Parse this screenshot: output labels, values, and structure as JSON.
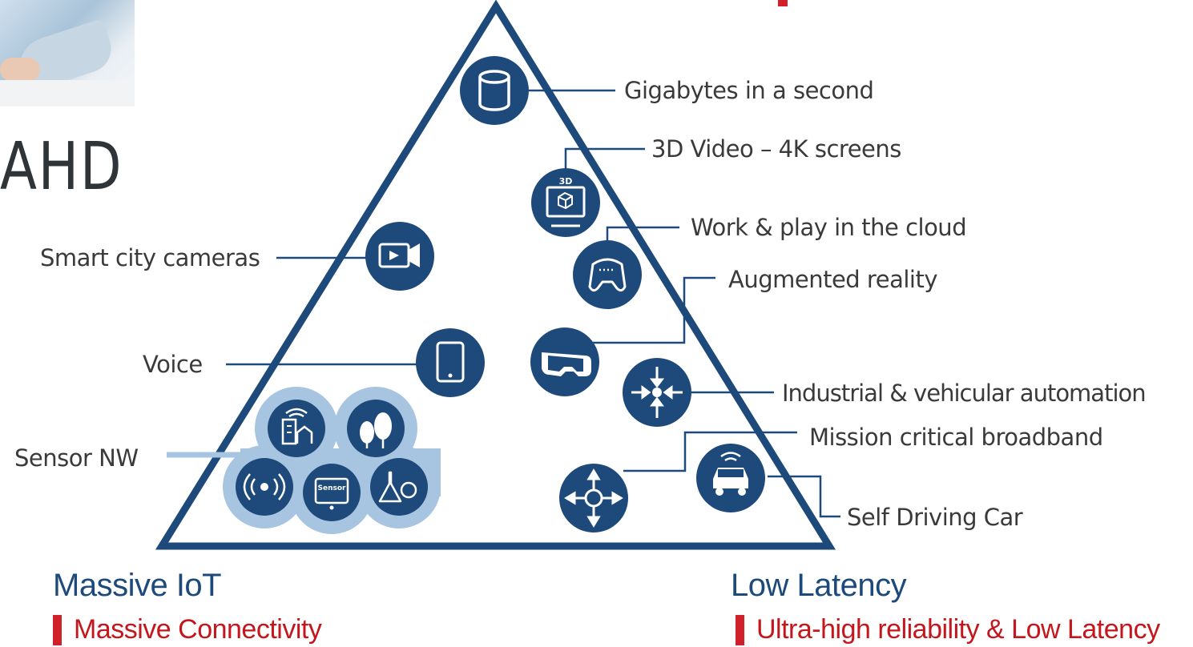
{
  "heading_fragment": "AHD",
  "labels": {
    "gigabytes": "Gigabytes in a second",
    "video3d": "3D Video – 4K screens",
    "cloud": "Work & play in the cloud",
    "ar": "Augmented reality",
    "industrial": "Industrial & vehicular automation",
    "mission": "Mission critical broadband",
    "selfdriving": "Self Driving Car",
    "cameras": "Smart city cameras",
    "voice": "Voice",
    "sensor": "Sensor NW",
    "icon_3d": "3D",
    "icon_sensor": "Sensor"
  },
  "categories": {
    "left_title": "Massive IoT",
    "left_sub": "Massive Connectivity",
    "right_title": "Low Latency",
    "right_sub": "Ultra-high reliability & Low Latency"
  },
  "colors": {
    "navy": "#1d4a7a",
    "light_blue": "#a7c4e0",
    "red": "#d0202a",
    "text": "#3a3a3a"
  }
}
